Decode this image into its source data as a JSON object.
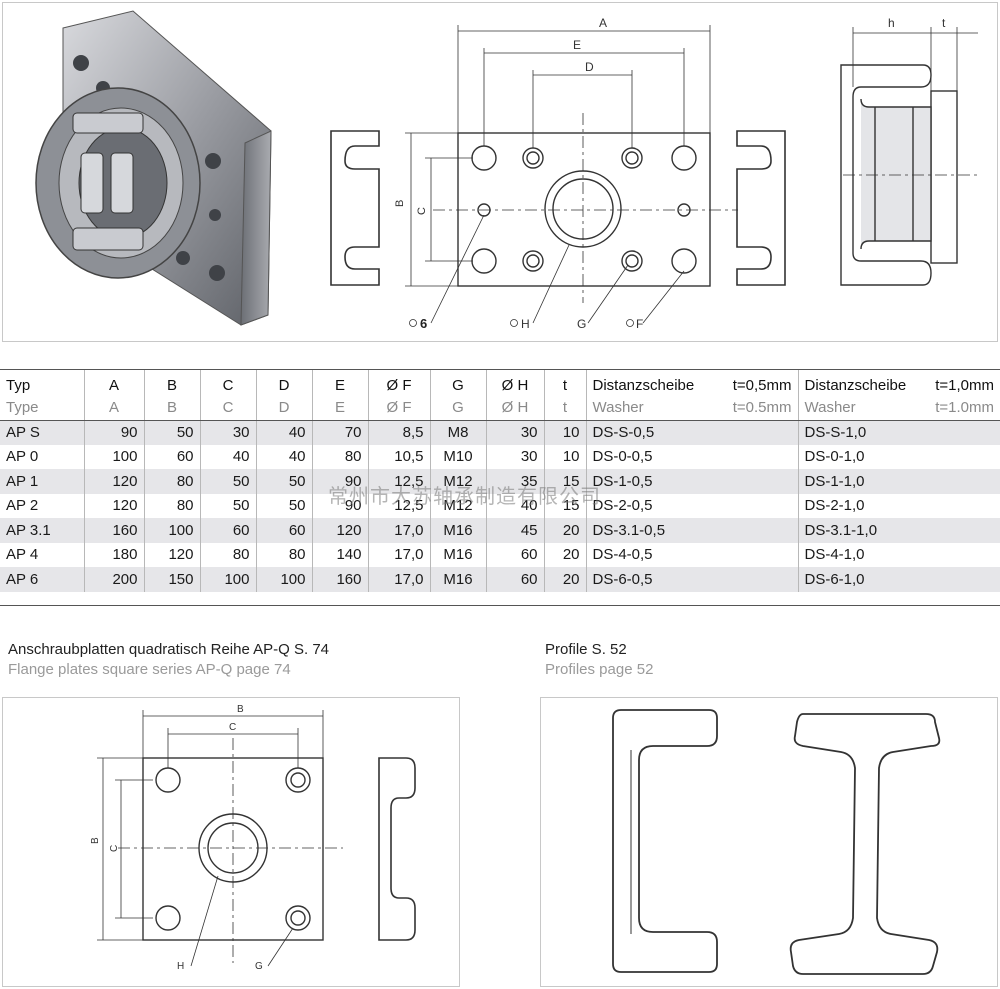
{
  "drawing_labels": {
    "A": "A",
    "E": "E",
    "D": "D",
    "B": "B",
    "C": "C",
    "h": "h",
    "t": "t",
    "six": "6",
    "H": "H",
    "G": "G",
    "F": "F"
  },
  "table": {
    "headers_de": [
      "Typ",
      "A",
      "B",
      "C",
      "D",
      "E",
      "Ø F",
      "G",
      "Ø H",
      "t"
    ],
    "headers_en": [
      "Type",
      "A",
      "B",
      "C",
      "D",
      "E",
      "Ø F",
      "G",
      "Ø H",
      "t"
    ],
    "washer_headers": [
      {
        "de_name": "Distanzscheibe",
        "de_size": "t=0,5mm",
        "en_name": "Washer",
        "en_size": "t=0.5mm"
      },
      {
        "de_name": "Distanzscheibe",
        "de_size": "t=1,0mm",
        "en_name": "Washer",
        "en_size": "t=1.0mm"
      }
    ],
    "rows": [
      [
        "AP S",
        "90",
        "50",
        "30",
        "40",
        "70",
        "8,5",
        "M8",
        "30",
        "10",
        "DS-S-0,5",
        "DS-S-1,0"
      ],
      [
        "AP 0",
        "100",
        "60",
        "40",
        "40",
        "80",
        "10,5",
        "M10",
        "30",
        "10",
        "DS-0-0,5",
        "DS-0-1,0"
      ],
      [
        "AP 1",
        "120",
        "80",
        "50",
        "50",
        "90",
        "12,5",
        "M12",
        "35",
        "15",
        "DS-1-0,5",
        "DS-1-1,0"
      ],
      [
        "AP 2",
        "120",
        "80",
        "50",
        "50",
        "90",
        "12,5",
        "M12",
        "40",
        "15",
        "DS-2-0,5",
        "DS-2-1,0"
      ],
      [
        "AP 3.1",
        "160",
        "100",
        "60",
        "60",
        "120",
        "17,0",
        "M16",
        "45",
        "20",
        "DS-3.1-0,5",
        "DS-3.1-1,0"
      ],
      [
        "AP 4",
        "180",
        "120",
        "80",
        "80",
        "140",
        "17,0",
        "M16",
        "60",
        "20",
        "DS-4-0,5",
        "DS-4-1,0"
      ],
      [
        "AP 6",
        "200",
        "150",
        "100",
        "100",
        "160",
        "17,0",
        "M16",
        "60",
        "20",
        "DS-6-0,5",
        "DS-6-1,0"
      ]
    ]
  },
  "watermark": "常州市大苏轴承制造有限公司",
  "captions": {
    "square_de": "Anschraubplatten quadratisch Reihe AP-Q S. 74",
    "square_en": "Flange plates square series AP-Q page 74",
    "profile_de": "Profile S. 52",
    "profile_en": "Profiles page 52"
  },
  "colors": {
    "row_shade": "#e6e6e9",
    "line": "#333333",
    "caption_gray": "#9a9a9a"
  }
}
